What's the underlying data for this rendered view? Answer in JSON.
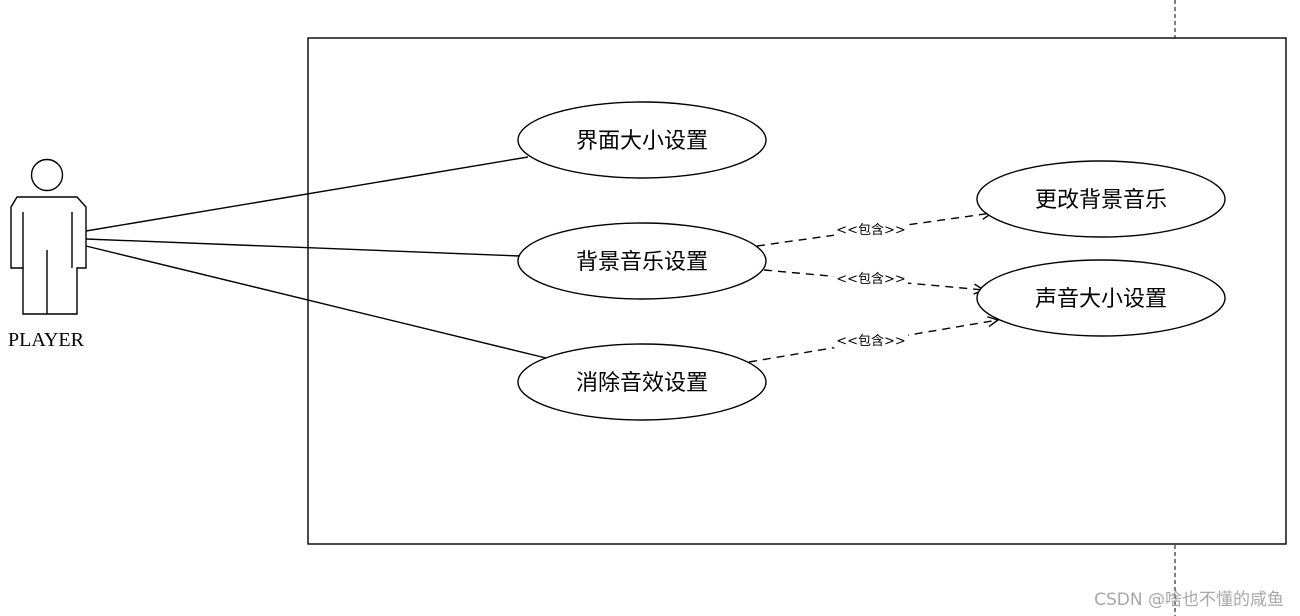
{
  "actor": {
    "label": "PLAYER"
  },
  "use_cases": {
    "screen_size": "界面大小设置",
    "bg_music": "背景音乐设置",
    "sfx_off": "消除音效设置",
    "change_bg_music": "更改背景音乐",
    "volume": "声音大小设置"
  },
  "relations": {
    "include_1": "<<包含>>",
    "include_2": "<<包含>>",
    "include_3": "<<包含>>"
  },
  "watermark": "CSDN @啥也不懂的咸鱼",
  "colors": {
    "line": "#000000",
    "background": "#ffffff",
    "watermark": "#a8a8a8"
  }
}
